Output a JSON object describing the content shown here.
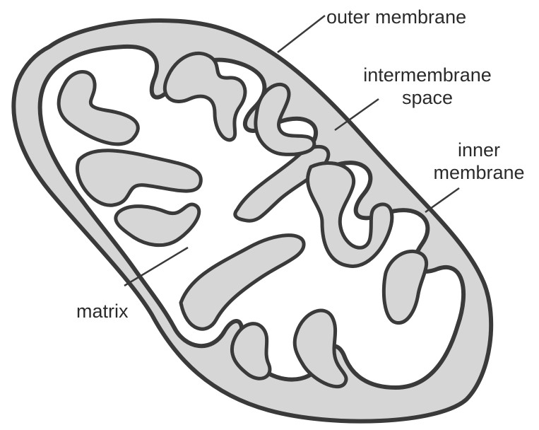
{
  "labels": {
    "outer_membrane": "outer membrane",
    "intermembrane_space": [
      "intermembrane",
      "space"
    ],
    "inner_membrane": [
      "inner",
      "membrane"
    ],
    "matrix": "matrix"
  },
  "colors": {
    "outline": "#3a3a3a",
    "intermembrane_fill": "#d6d6d6",
    "matrix_fill": "#ffffff",
    "background": "#ffffff",
    "text": "#2b2b2b"
  }
}
